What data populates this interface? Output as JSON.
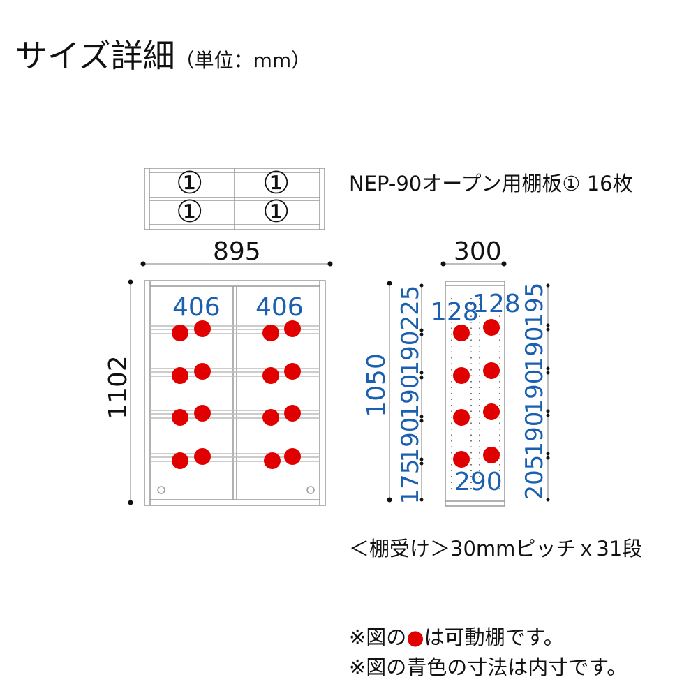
{
  "title": "サイズ詳細",
  "unit": "（単位：mm）",
  "shelf_label": "NEP-90オープン用棚板① 16枚",
  "shelf_marker": "①",
  "front": {
    "width": "895",
    "height": "1102",
    "inner_widths": [
      "406",
      "406"
    ]
  },
  "side": {
    "depth": "300",
    "inner_height": "1050",
    "inner_depth": "290",
    "shelf_depths": [
      "128",
      "128"
    ],
    "left_segments": [
      "225",
      "190",
      "190",
      "190",
      "175"
    ],
    "right_segments": [
      "195",
      "190",
      "190",
      "190",
      "205"
    ]
  },
  "pitch_note": "＜棚受け＞30mmピッチｘ31段",
  "notes": {
    "movable_prefix": "※図の",
    "movable_dot": "●",
    "movable_suffix": "は可動棚です。",
    "inner": "※図の青色の寸法は内寸です。"
  },
  "colors": {
    "accent_blue": "#1b5fb0",
    "shelf_red": "#e00000"
  }
}
